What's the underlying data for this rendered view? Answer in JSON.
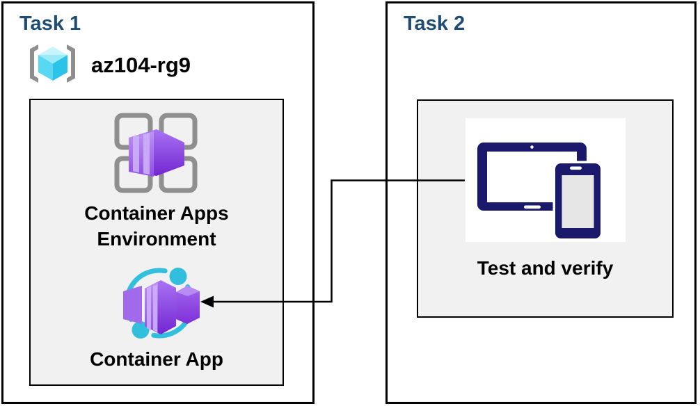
{
  "task1": {
    "title": "Task 1",
    "resource_group": {
      "name": "az104-rg9",
      "icon": "resource-group-icon"
    },
    "nodes": [
      {
        "id": "container-apps-environment",
        "label": "Container Apps Environment",
        "icon": "container-apps-environment-icon"
      },
      {
        "id": "container-app",
        "label": "Container App",
        "icon": "container-app-icon"
      }
    ]
  },
  "task2": {
    "title": "Task 2",
    "nodes": [
      {
        "id": "test-and-verify",
        "label": "Test and verify",
        "icon": "tablet-and-phone-icon"
      }
    ]
  },
  "connections": [
    {
      "from": "test-and-verify",
      "to": "container-app",
      "style": "elbow-arrow",
      "arrowhead": "left"
    }
  ],
  "colors": {
    "title_navy": "#1E4C74",
    "panel_fill": "#F1F1F1",
    "border": "#000000",
    "device_navy": "#1A196B",
    "cyan": "#32BEDD",
    "purple": "#8B46E1",
    "bracket_gray": "#8E8E8E"
  }
}
